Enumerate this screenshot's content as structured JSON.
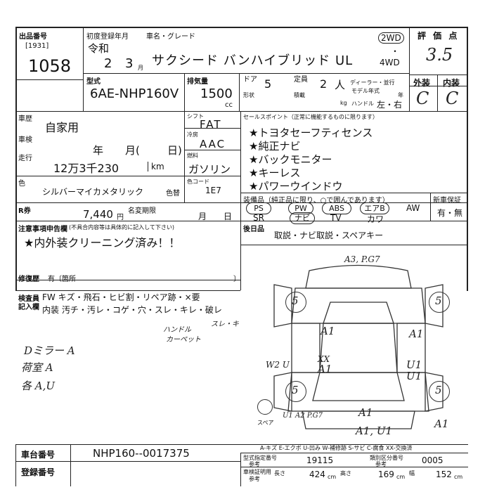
{
  "lot": {
    "label": "出品番号",
    "sub": "[1931]",
    "number": "1058"
  },
  "registration": {
    "label": "初度登録年月",
    "era": "令和",
    "year": "2",
    "month": "3",
    "month_unit": "月"
  },
  "car": {
    "label": "車名・グレード",
    "name": "サクシード バンハイブリッド UL"
  },
  "drive": {
    "two": "2WD",
    "dot": "・",
    "four": "4WD"
  },
  "score": {
    "label": "評 価 点",
    "value": "3.5",
    "ext_label": "外装",
    "int_label": "内装",
    "ext": "C",
    "int": "C"
  },
  "model": {
    "label": "型式",
    "value": "6AE-NHP160V"
  },
  "engine": {
    "label": "排気量",
    "value": "1500",
    "unit": "cc"
  },
  "doors": {
    "label": "ドア",
    "value": "5",
    "shape_label": "形状"
  },
  "capacity": {
    "label": "定員",
    "value": "2",
    "unit": "人",
    "load_label": "積載",
    "kg": "kg"
  },
  "dealer": {
    "label": "ディーラー・並行",
    "model_year_label": "モデル年式",
    "handle_label": "ハンドル",
    "handle": "左・右",
    "year_short": "年"
  },
  "usage": {
    "label": "車歴",
    "value": "自家用"
  },
  "inspection": {
    "label": "車検",
    "year": "年",
    "month": "月(",
    "day": "日)"
  },
  "mileage": {
    "label": "走行",
    "value": "12万3千230",
    "unit": "km"
  },
  "shift": {
    "label": "シフト",
    "value": "FAT"
  },
  "ac": {
    "label": "冷房",
    "value": "AAC"
  },
  "fuel": {
    "label": "燃料",
    "value": "ガソリン"
  },
  "color": {
    "label": "色",
    "value": "シルバーマイカメタリック",
    "swap_label": "色替",
    "code_label": "色コード",
    "code": "1E7"
  },
  "sales": {
    "label": "セールスポイント（正常に機能するものに限ります）",
    "points": [
      "★トヨタセーフティセンス",
      "★純正ナビ",
      "★バックモニター",
      "★キーレス",
      "★パワーウインドウ"
    ]
  },
  "equipment": {
    "label": "装備品（純正品に限り、○で囲んであります）",
    "row1": [
      "PS",
      "PW",
      "ABS",
      "エアB",
      "AW"
    ],
    "row2": [
      "SR",
      "ナビ",
      "TV",
      "カワ"
    ],
    "new_car_label": "新車保証",
    "new_car": "有・無"
  },
  "recycle": {
    "label": "R券",
    "value": "7,440",
    "unit": "円",
    "name_change_label": "名変期限",
    "month": "月",
    "day": "日"
  },
  "notes": {
    "label": "注意事項申告欄",
    "hint": "(不具合内容等は具体的に記入して下さい)",
    "text": "★内外装クリーニング済み！！"
  },
  "repair": {
    "label": "修復歴",
    "value": "有〔箇所",
    "close": "〕"
  },
  "after": {
    "label": "後日品",
    "text": "取説・ナビ取説・スペアキー"
  },
  "inspector": {
    "label1": "検査員",
    "label2": "記入欄",
    "row1": "FW キズ・飛石・ヒビ割・リペア跡・×要",
    "row2": "内装 汚チ・汚レ・コゲ・穴・スレ・キレ・破レ"
  },
  "handwriting": {
    "left1": "Dミラー A",
    "left2": "荷室 A",
    "left3": "各 A,U",
    "under1": "ハンドル",
    "under2": "カーペット",
    "under3": "スレ・キ",
    "top": "A3, P.G7",
    "side": "W2 U",
    "fl": "A1",
    "fr": "A1",
    "mid1": "XX",
    "mid2": "A1",
    "rr1": "U1",
    "rr2": "U1",
    "rear": "A1",
    "bl": "U1 A2 P.G7",
    "bottom": "A1, U1",
    "br": "A1",
    "wheel": "5"
  },
  "spare": "スペア",
  "legend": "A-キズ E-エクボ U-凹み W-補修跡 S-サビ C-腐食 XX-交換済",
  "chassis": {
    "label": "車台番号",
    "value": "NHP160--0017375"
  },
  "reg_number": {
    "label": "登録番号"
  },
  "type_designation": {
    "label": "型式指定番号",
    "value": "19115",
    "class_label": "類別区分番号",
    "class": "0005",
    "ref": "参考"
  },
  "dimensions": {
    "label1": "車検証明用",
    "label2": "参考",
    "length_label": "長さ",
    "length": "424",
    "height_label": "高さ",
    "height": "169",
    "width_label": "幅",
    "width": "152",
    "unit": "cm"
  }
}
